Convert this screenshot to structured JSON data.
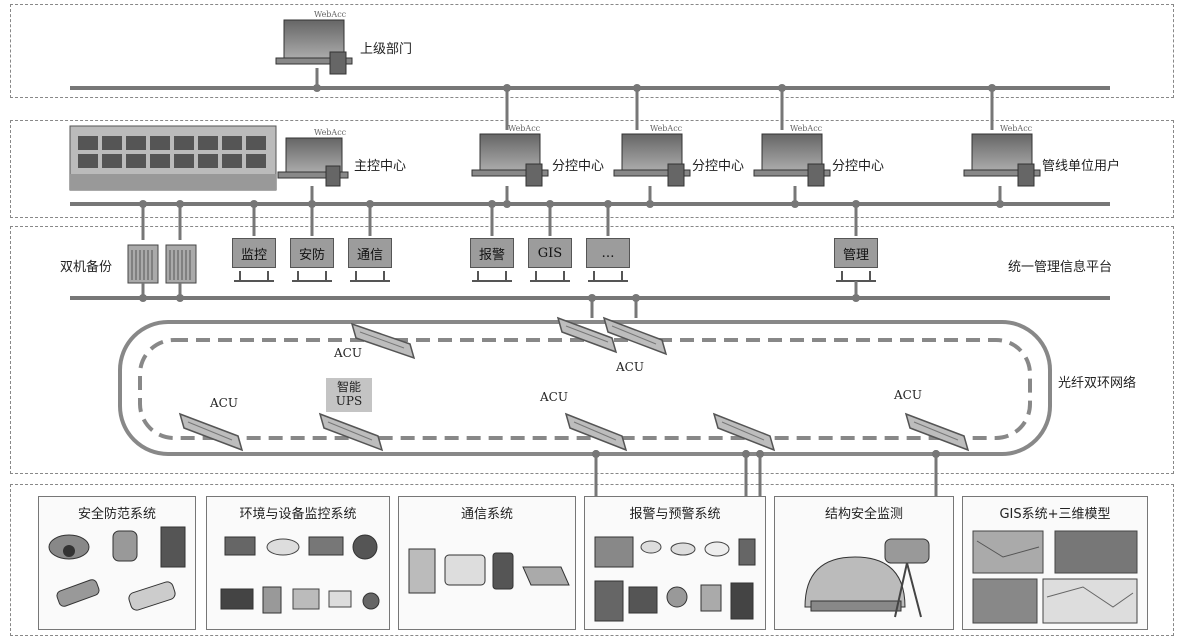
{
  "top": {
    "label": "上级部门"
  },
  "control": {
    "main": "主控中心",
    "branch": [
      "分控中心",
      "分控中心",
      "分控中心"
    ],
    "pipeline_user": "管线单位用户",
    "webacc": "WebAcc"
  },
  "platform": {
    "backup": "双机备份",
    "modules": [
      "监控",
      "安防",
      "通信",
      "报警",
      "GIS",
      "…",
      "管理"
    ],
    "title": "统一管理信息平台"
  },
  "network": {
    "title": "光纤双环网络",
    "acu": "ACU",
    "ups": [
      "智能",
      "UPS"
    ]
  },
  "systems": [
    "安全防范系统",
    "环境与设备监控系统",
    "通信系统",
    "报警与预警系统",
    "结构安全监测",
    "GIS系统+三维模型"
  ]
}
